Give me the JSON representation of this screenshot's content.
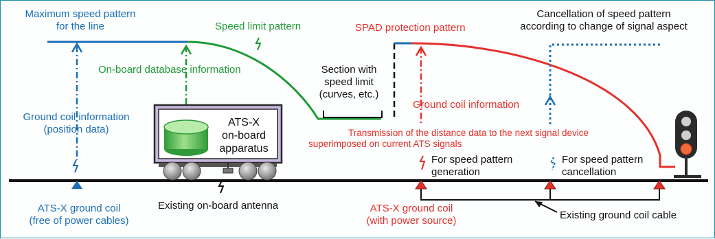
{
  "labels": {
    "max_speed": [
      "Maximum speed pattern",
      "for the line"
    ],
    "speed_limit_pattern": "Speed limit pattern",
    "onboard_db": "On-board database information",
    "section_limit": [
      "Section with",
      "speed limit",
      "(curves, etc.)"
    ],
    "spad": "SPAD protection pattern",
    "cancellation": [
      "Cancellation of speed pattern",
      "according to change of signal aspect"
    ],
    "ground_coil_info_blue": [
      "Ground coil information",
      "(position data)"
    ],
    "ground_coil_info_red": "Ground coil information",
    "transmission": [
      "Transmission of the distance data to the next signal device",
      "superimposed on current ATS signals"
    ],
    "apparatus": [
      "ATS-X",
      "on-board",
      "apparatus"
    ],
    "for_generation": [
      "For speed pattern",
      "generation"
    ],
    "for_cancellation": [
      "For speed pattern",
      "cancellation"
    ],
    "ground_coil_blue": [
      "ATS-X ground coil",
      "(free of power cables)"
    ],
    "antenna": "Existing on-board antenna",
    "ground_coil_red": [
      "ATS-X ground coil",
      "(with power source)"
    ],
    "cable": "Existing ground coil cable"
  },
  "colors": {
    "blue": "#1a6fb5",
    "green": "#1e9a37",
    "red": "#e5302a",
    "black": "#111111",
    "apparatus_bg": "#c7b8e0"
  }
}
